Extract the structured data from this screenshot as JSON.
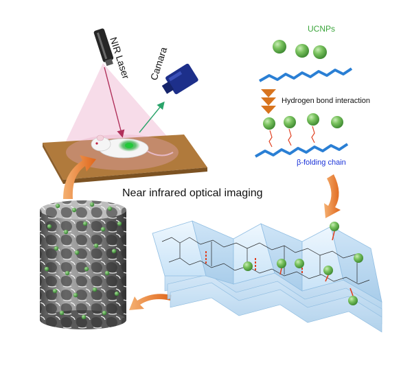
{
  "labels": {
    "nir_laser": "NIR Laser",
    "camera": "Camara",
    "ucnps": "UCNPs",
    "hydrogen_bond": "Hydrogen bond interaction",
    "beta_folding": "β-folding chain",
    "imaging": "Near infrared optical imaging"
  },
  "colors": {
    "ucnp_green": "#5aa84a",
    "chain_blue": "#2a7fd4",
    "arrow_orange": "#e87a1e",
    "ucnps_text": "#3aa53a",
    "beta_text": "#1a32d8",
    "laser_pink": "#e99cc0",
    "camera_ray": "#2aa46a",
    "platform": "#b07a3c"
  },
  "icons": {
    "laser": "laser-pointer-icon",
    "camera": "camera-icon",
    "mouse": "mouse-icon"
  }
}
